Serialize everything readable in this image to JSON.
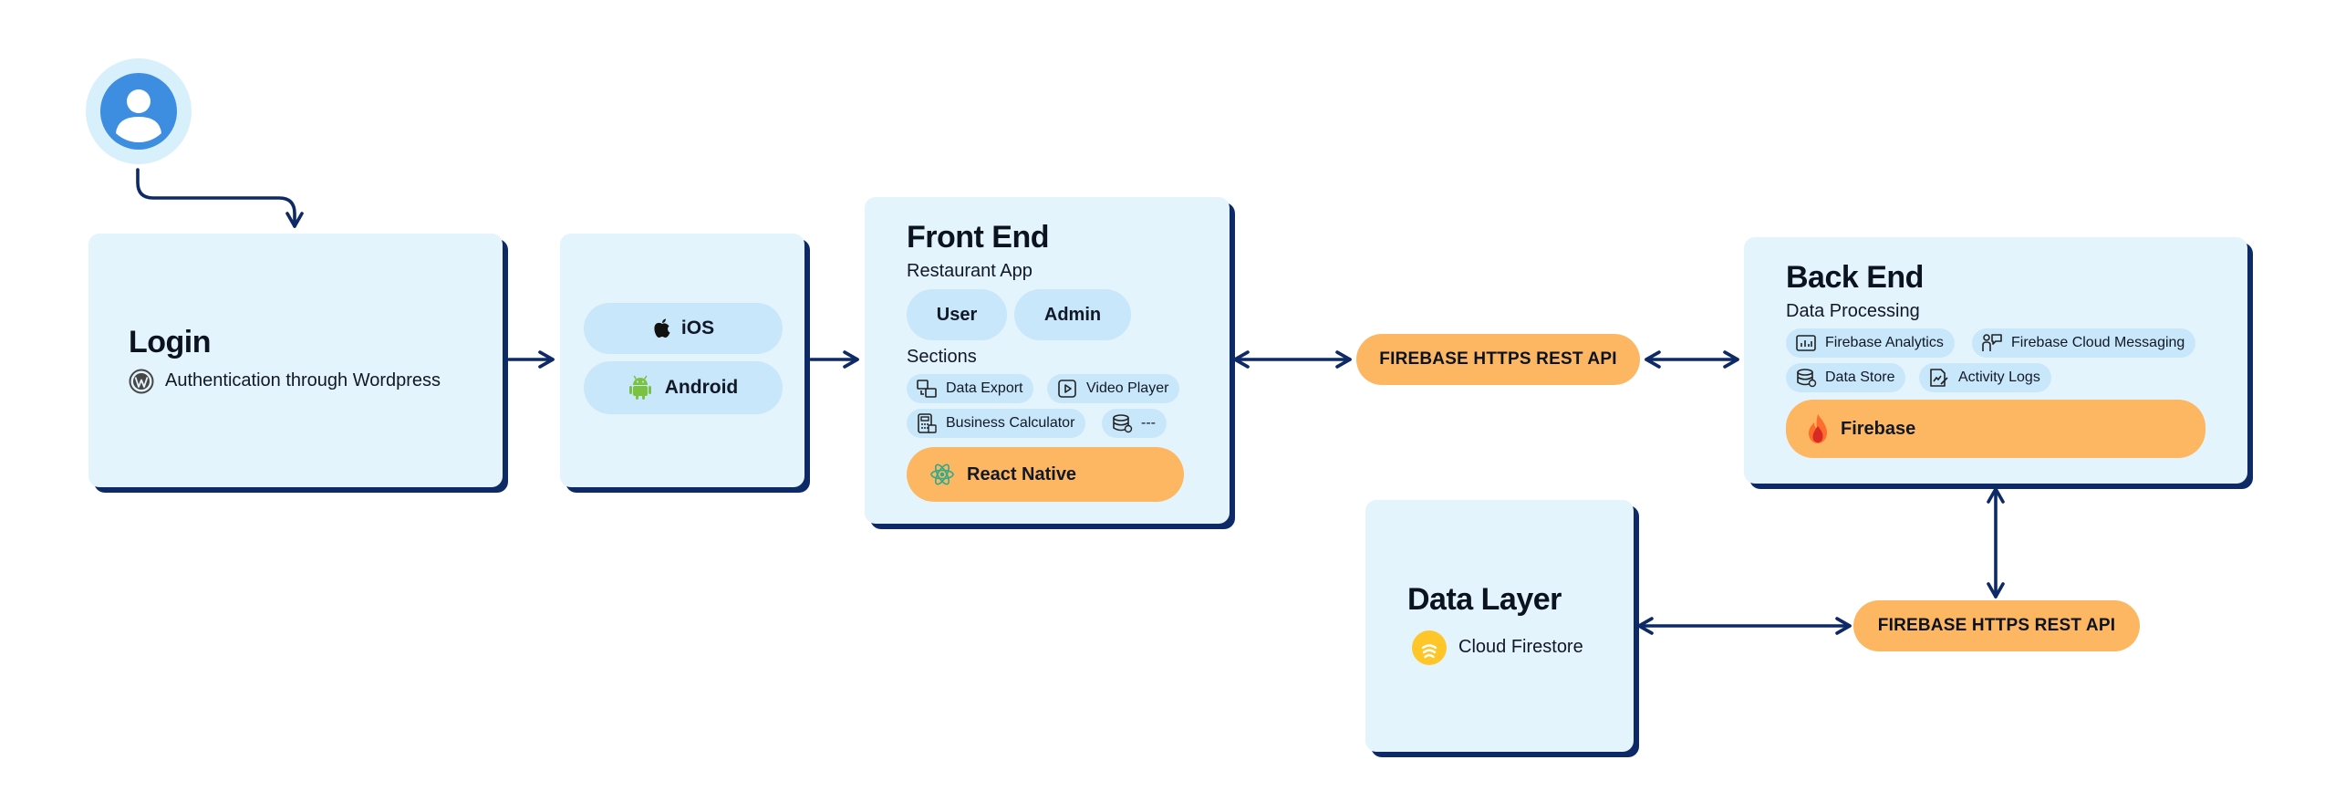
{
  "colors": {
    "card": "#e4f4fc",
    "pill_blue": "#c9e7fa",
    "accent_orange": "#fdb762",
    "line": "#0d2a66"
  },
  "user": {
    "icon": "user-avatar-icon"
  },
  "login": {
    "title": "Login",
    "subtitle": "Authentication through Wordpress",
    "icon": "wordpress-icon"
  },
  "platforms": [
    {
      "label": "iOS",
      "icon": "apple-icon"
    },
    {
      "label": "Android",
      "icon": "android-icon"
    }
  ],
  "frontend": {
    "title": "Front End",
    "subtitle": "Restaurant App",
    "roles": [
      "User",
      "Admin"
    ],
    "sections_label": "Sections",
    "sections": [
      {
        "label": "Data Export",
        "icon": "data-export-icon"
      },
      {
        "label": "Video Player",
        "icon": "video-player-icon"
      },
      {
        "label": "Business Calculator",
        "icon": "calculator-icon"
      },
      {
        "label": "---",
        "icon": "database-icon"
      }
    ],
    "framework": {
      "label": "React Native",
      "icon": "react-icon"
    }
  },
  "api_label": "FIREBASE HTTPS REST API",
  "backend": {
    "title": "Back End",
    "subtitle": "Data Processing",
    "services": [
      {
        "label": "Firebase Analytics",
        "icon": "analytics-icon"
      },
      {
        "label": "Firebase Cloud Messaging",
        "icon": "messaging-icon"
      },
      {
        "label": "Data Store",
        "icon": "data-store-icon"
      },
      {
        "label": "Activity Logs",
        "icon": "activity-logs-icon"
      }
    ],
    "platform": {
      "label": "Firebase",
      "icon": "firebase-icon"
    }
  },
  "datalayer": {
    "title": "Data Layer",
    "store": {
      "label": "Cloud Firestore",
      "icon": "firestore-icon"
    }
  }
}
